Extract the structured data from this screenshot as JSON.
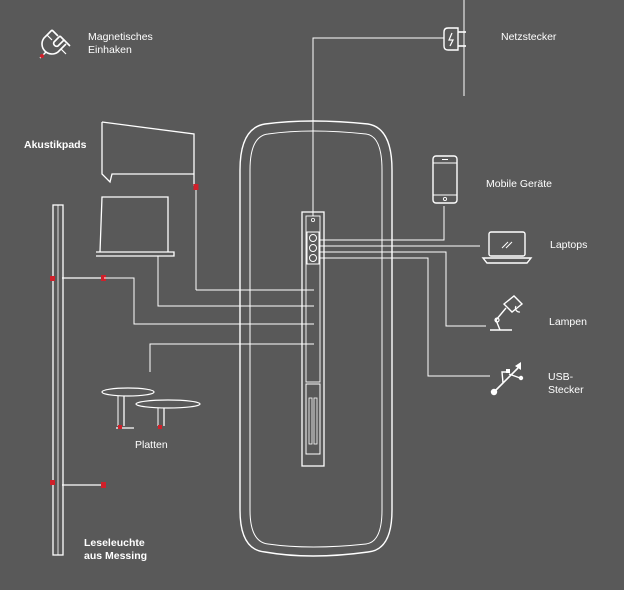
{
  "labels": {
    "magnetic_line1": "Magnetisches",
    "magnetic_line2": "Einhaken",
    "acoustic_pads": "Akustikpads",
    "plates": "Platten",
    "reading_lamp_line1": "Leseleuchte",
    "reading_lamp_line2": "aus Messing",
    "power_plug": "Netzstecker",
    "mobile_devices": "Mobile Geräte",
    "laptops": "Laptops",
    "lamps": "Lampen",
    "usb_line1": "USB-",
    "usb_line2": "Stecker"
  },
  "colors": {
    "background": "#595959",
    "line": "#ffffff",
    "accent": "#d0202a"
  },
  "icons": [
    "magnet-icon",
    "power-plug-icon",
    "smartphone-icon",
    "laptop-icon",
    "desk-lamp-icon",
    "usb-icon"
  ]
}
